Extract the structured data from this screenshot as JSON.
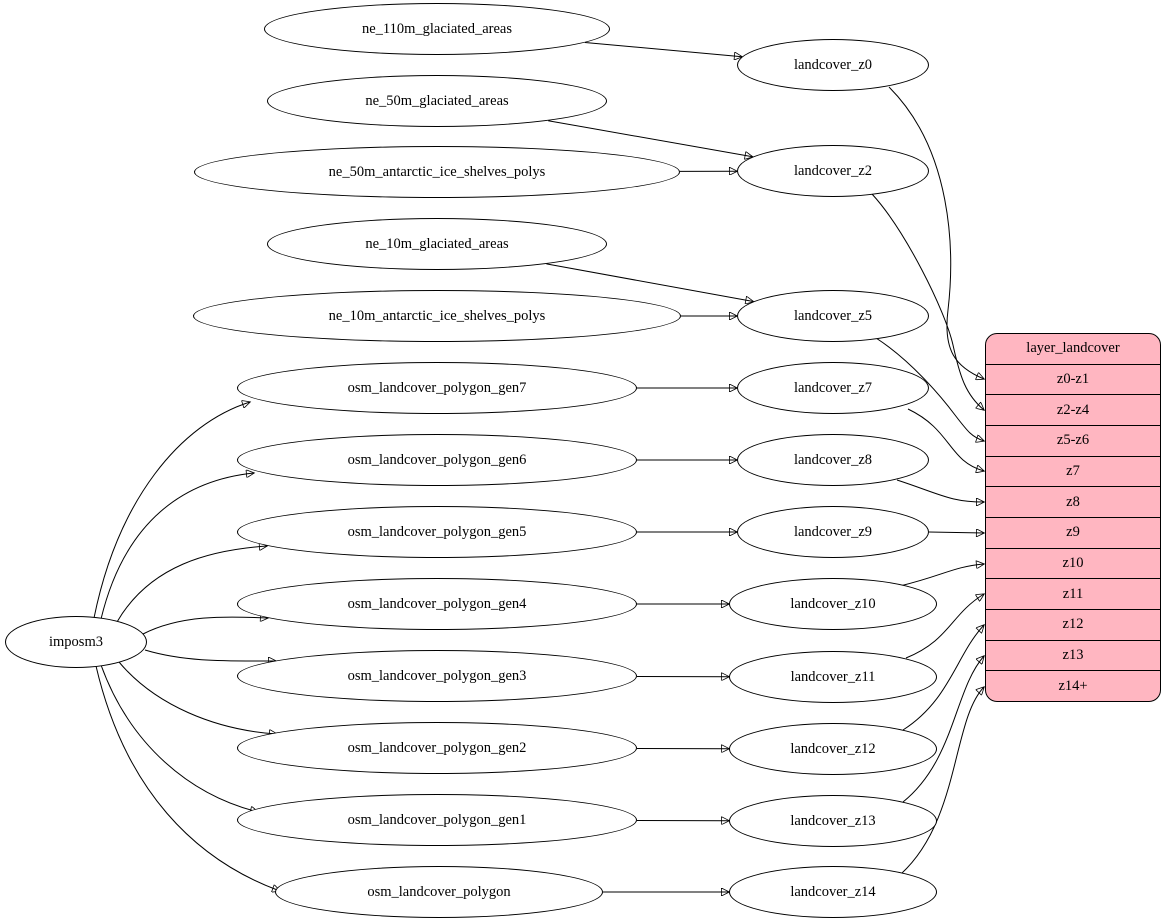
{
  "diagram": {
    "type": "digraph",
    "background_color": "#ffffff",
    "node_fill_color": "#ffffff",
    "node_stroke_color": "#000000",
    "edge_color": "#000000",
    "nodes": [
      {
        "id": "imposm3",
        "label": "imposm3"
      },
      {
        "id": "ne_110m_glaciated_areas",
        "label": "ne_110m_glaciated_areas"
      },
      {
        "id": "ne_50m_glaciated_areas",
        "label": "ne_50m_glaciated_areas"
      },
      {
        "id": "ne_50m_antarctic_ice_shelves_polys",
        "label": "ne_50m_antarctic_ice_shelves_polys"
      },
      {
        "id": "ne_10m_glaciated_areas",
        "label": "ne_10m_glaciated_areas"
      },
      {
        "id": "ne_10m_antarctic_ice_shelves_polys",
        "label": "ne_10m_antarctic_ice_shelves_polys"
      },
      {
        "id": "osm_landcover_polygon_gen7",
        "label": "osm_landcover_polygon_gen7"
      },
      {
        "id": "osm_landcover_polygon_gen6",
        "label": "osm_landcover_polygon_gen6"
      },
      {
        "id": "osm_landcover_polygon_gen5",
        "label": "osm_landcover_polygon_gen5"
      },
      {
        "id": "osm_landcover_polygon_gen4",
        "label": "osm_landcover_polygon_gen4"
      },
      {
        "id": "osm_landcover_polygon_gen3",
        "label": "osm_landcover_polygon_gen3"
      },
      {
        "id": "osm_landcover_polygon_gen2",
        "label": "osm_landcover_polygon_gen2"
      },
      {
        "id": "osm_landcover_polygon_gen1",
        "label": "osm_landcover_polygon_gen1"
      },
      {
        "id": "osm_landcover_polygon",
        "label": "osm_landcover_polygon"
      },
      {
        "id": "landcover_z0",
        "label": "landcover_z0"
      },
      {
        "id": "landcover_z2",
        "label": "landcover_z2"
      },
      {
        "id": "landcover_z5",
        "label": "landcover_z5"
      },
      {
        "id": "landcover_z7",
        "label": "landcover_z7"
      },
      {
        "id": "landcover_z8",
        "label": "landcover_z8"
      },
      {
        "id": "landcover_z9",
        "label": "landcover_z9"
      },
      {
        "id": "landcover_z10",
        "label": "landcover_z10"
      },
      {
        "id": "landcover_z11",
        "label": "landcover_z11"
      },
      {
        "id": "landcover_z12",
        "label": "landcover_z12"
      },
      {
        "id": "landcover_z13",
        "label": "landcover_z13"
      },
      {
        "id": "landcover_z14",
        "label": "landcover_z14"
      }
    ],
    "record": {
      "id": "layer_landcover",
      "title": "layer_landcover",
      "fill": "#ffb6c1",
      "stroke": "#000000",
      "rows": [
        "z0-z1",
        "z2-z4",
        "z5-z6",
        "z7",
        "z8",
        "z9",
        "z10",
        "z11",
        "z12",
        "z13",
        "z14+"
      ]
    },
    "edges": [
      {
        "from": "ne_110m_glaciated_areas",
        "to": "landcover_z0"
      },
      {
        "from": "ne_50m_glaciated_areas",
        "to": "landcover_z2"
      },
      {
        "from": "ne_50m_antarctic_ice_shelves_polys",
        "to": "landcover_z2"
      },
      {
        "from": "ne_10m_glaciated_areas",
        "to": "landcover_z5"
      },
      {
        "from": "ne_10m_antarctic_ice_shelves_polys",
        "to": "landcover_z5"
      },
      {
        "from": "osm_landcover_polygon_gen7",
        "to": "landcover_z7"
      },
      {
        "from": "osm_landcover_polygon_gen6",
        "to": "landcover_z8"
      },
      {
        "from": "osm_landcover_polygon_gen5",
        "to": "landcover_z9"
      },
      {
        "from": "osm_landcover_polygon_gen4",
        "to": "landcover_z10"
      },
      {
        "from": "osm_landcover_polygon_gen3",
        "to": "landcover_z11"
      },
      {
        "from": "osm_landcover_polygon_gen2",
        "to": "landcover_z12"
      },
      {
        "from": "osm_landcover_polygon_gen1",
        "to": "landcover_z13"
      },
      {
        "from": "osm_landcover_polygon",
        "to": "landcover_z14"
      },
      {
        "from": "imposm3",
        "to": "osm_landcover_polygon_gen7"
      },
      {
        "from": "imposm3",
        "to": "osm_landcover_polygon_gen6"
      },
      {
        "from": "imposm3",
        "to": "osm_landcover_polygon_gen5"
      },
      {
        "from": "imposm3",
        "to": "osm_landcover_polygon_gen4"
      },
      {
        "from": "imposm3",
        "to": "osm_landcover_polygon_gen3"
      },
      {
        "from": "imposm3",
        "to": "osm_landcover_polygon_gen2"
      },
      {
        "from": "imposm3",
        "to": "osm_landcover_polygon_gen1"
      },
      {
        "from": "imposm3",
        "to": "osm_landcover_polygon"
      },
      {
        "from": "landcover_z0",
        "to": "layer_landcover:z0-z1"
      },
      {
        "from": "landcover_z2",
        "to": "layer_landcover:z2-z4"
      },
      {
        "from": "landcover_z5",
        "to": "layer_landcover:z5-z6"
      },
      {
        "from": "landcover_z7",
        "to": "layer_landcover:z7"
      },
      {
        "from": "landcover_z8",
        "to": "layer_landcover:z8"
      },
      {
        "from": "landcover_z9",
        "to": "layer_landcover:z9"
      },
      {
        "from": "landcover_z10",
        "to": "layer_landcover:z10"
      },
      {
        "from": "landcover_z11",
        "to": "layer_landcover:z11"
      },
      {
        "from": "landcover_z12",
        "to": "layer_landcover:z12"
      },
      {
        "from": "landcover_z13",
        "to": "layer_landcover:z13"
      },
      {
        "from": "landcover_z14",
        "to": "layer_landcover:z14+"
      }
    ]
  }
}
